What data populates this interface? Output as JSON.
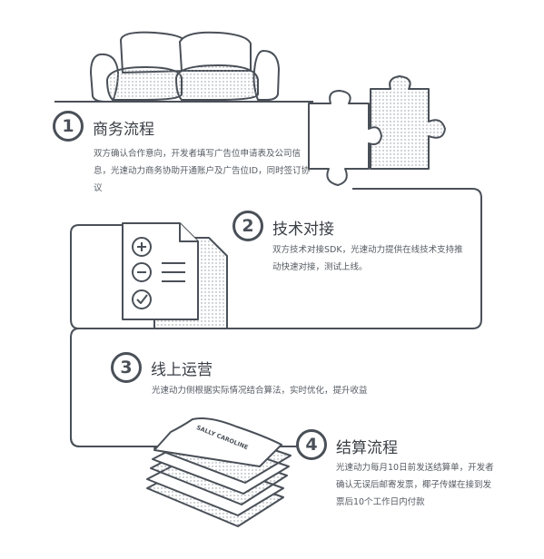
{
  "steps": [
    {
      "number": "1",
      "title": "商务流程",
      "description": "双方确认合作意向，开发者填写广告位申请表及公司信息，光速动力商务协助开通账户及广告位ID，同时签订协议"
    },
    {
      "number": "2",
      "title": "技术对接",
      "description": "双方技术对接SDK，光速动力提供在线技术支持推动快速对接，测试上线。"
    },
    {
      "number": "3",
      "title": "线上运营",
      "description": "光速动力侧根据实际情况结合算法，实时优化，提升收益"
    },
    {
      "number": "4",
      "title": "结算流程",
      "description": "光速动力每月10日前发送结算单，开发者确认无误后邮寄发票，椰子传媒在接到发票后10个工作日内付款"
    }
  ],
  "illustration": {
    "paper_stamp": "SALLY CAROLINE"
  },
  "icons": [
    "sofa-icon",
    "puzzle-icon",
    "document-icon",
    "paper-stack-icon"
  ],
  "colors": {
    "line": "#4a5058",
    "dots": "#9aa0a8",
    "text": "#555b63"
  }
}
